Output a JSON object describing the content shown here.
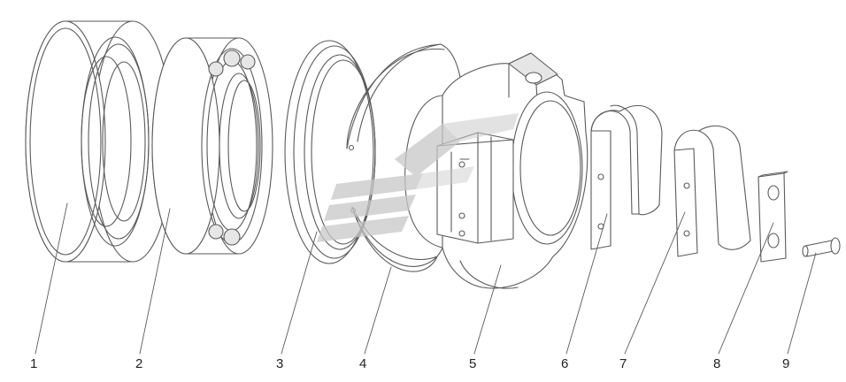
{
  "figure": {
    "colors": {
      "line": "#5a5a5a",
      "fill": "#ffffff",
      "shade": "#e6e6e6",
      "watermark": "#c8c8c8"
    },
    "watermark_icon": "gear-logo-icon",
    "callouts": [
      {
        "id": "1",
        "label": "1"
      },
      {
        "id": "2",
        "label": "2"
      },
      {
        "id": "3",
        "label": "3"
      },
      {
        "id": "4",
        "label": "4"
      },
      {
        "id": "5",
        "label": "5"
      },
      {
        "id": "6",
        "label": "6"
      },
      {
        "id": "7",
        "label": "7"
      },
      {
        "id": "8",
        "label": "8"
      },
      {
        "id": "9",
        "label": "9"
      }
    ]
  }
}
